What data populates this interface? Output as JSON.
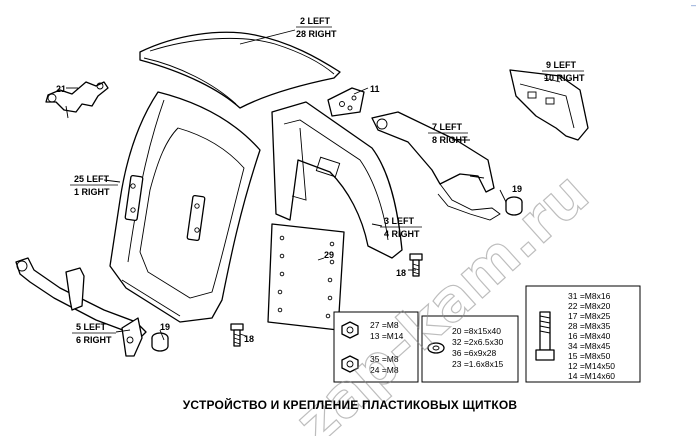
{
  "title": "УСТРОЙСТВО И КРЕПЛЕНИЕ ПЛАСТИКОВЫХ ЩИТКОВ",
  "watermark": "zap-kam.ru",
  "corner_mark": "–",
  "callouts": {
    "p2": {
      "top": "2 LEFT",
      "bottom": "28 RIGHT"
    },
    "p21": "21",
    "p11": "11",
    "p9": {
      "top": "9 LEFT",
      "bottom": "10 RIGHT"
    },
    "p7": {
      "top": "7 LEFT",
      "bottom": "8 RIGHT"
    },
    "p25": {
      "top": "25 LEFT",
      "bottom": "1 RIGHT"
    },
    "p19a": "19",
    "p3": {
      "top": "3 LEFT",
      "bottom": "4 RIGHT"
    },
    "p29": "29",
    "p18a": "18",
    "p5": {
      "top": "5 LEFT",
      "bottom": "6 RIGHT"
    },
    "p19b": "19",
    "p18b": "18"
  },
  "nuts_box": [
    {
      "text": "27 =M8"
    },
    {
      "text": "13 =M14"
    },
    {
      "text": "35 =M8"
    },
    {
      "text": "24 =M8"
    }
  ],
  "washers_box": [
    {
      "text": "20 =8x15x40"
    },
    {
      "text": "32 =2x6.5x30"
    },
    {
      "text": "36 =6x9x28"
    },
    {
      "text": "23 =1.6x8x15"
    }
  ],
  "bolts_box": [
    {
      "text": "31 =M8x16"
    },
    {
      "text": "22 =M8x20"
    },
    {
      "text": "17 =M8x25"
    },
    {
      "text": "28 =M8x35"
    },
    {
      "text": "16 =M8x40"
    },
    {
      "text": "34 =M8x45"
    },
    {
      "text": "15 =M8x50"
    },
    {
      "text": "12 =M14x50"
    },
    {
      "text": "14 =M14x60"
    }
  ]
}
